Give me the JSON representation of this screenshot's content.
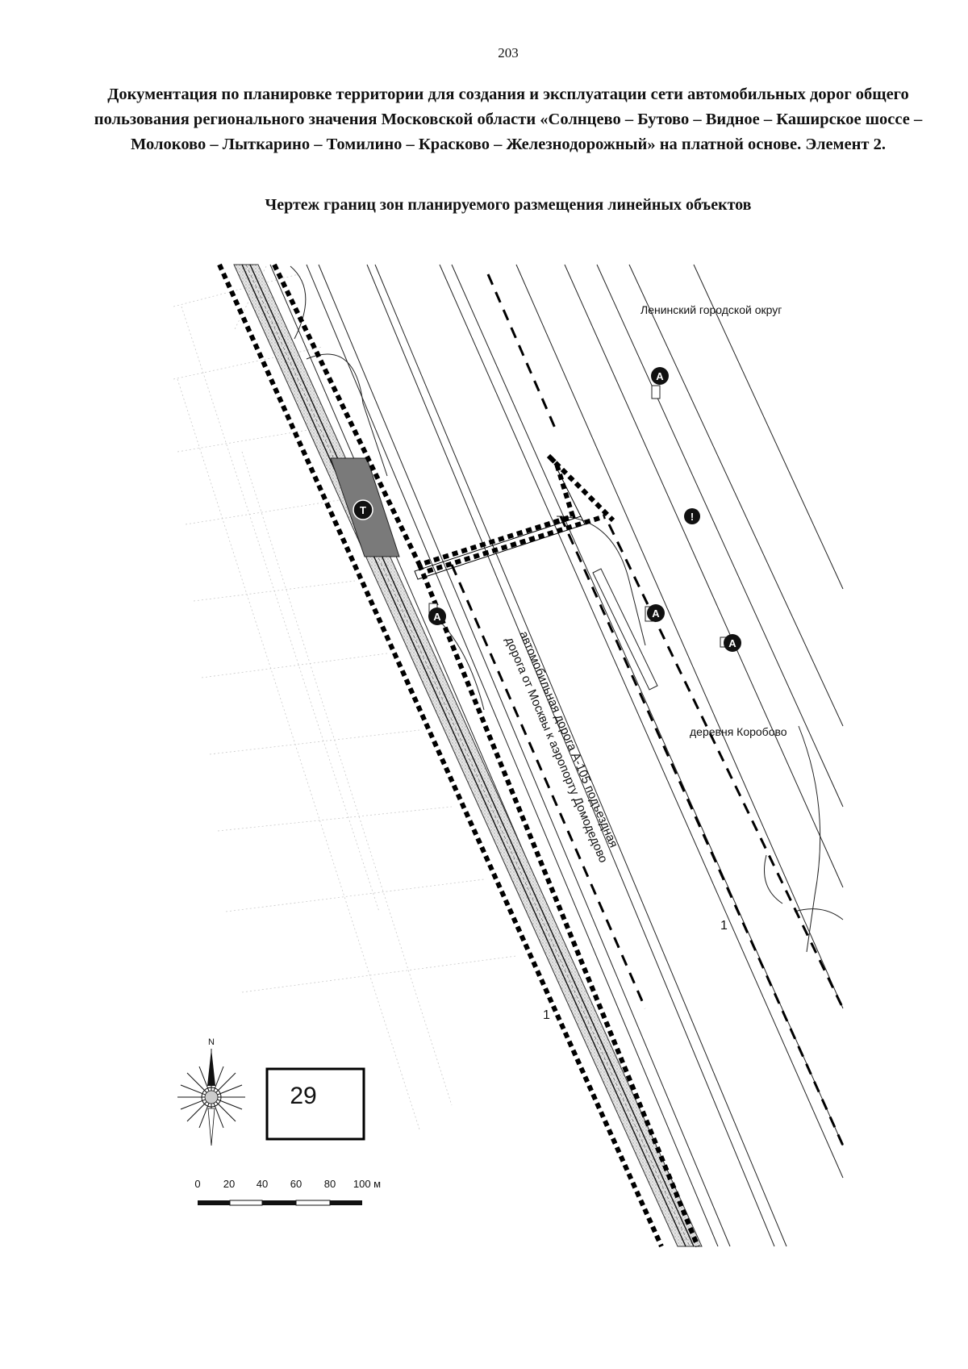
{
  "page_number": "203",
  "title": "Документация по планировке территории для создания и эксплуатации сети автомобильных дорог общего пользования регионального значения Московской области «Солнцево – Бутово – Видное – Каширское шоссе – Молоково – Лыткарино – Томилино – Красково – Железнодорожный» на платной основе. Элемент 2.",
  "subtitle": "Чертеж границ зон планируемого размещения линейных объектов",
  "map": {
    "labels": {
      "district": "Ленинский городской округ",
      "village": "деревня Коробово",
      "road_line1": "автомобильная дорога А-105 подъездная",
      "road_line2": "дорога от Москвы к аэропорту Домодедово",
      "zone_left": "1",
      "zone_right": "1"
    },
    "markers": [
      {
        "type": "bus-stop",
        "glyph": "А"
      },
      {
        "type": "bus-stop",
        "glyph": "А"
      },
      {
        "type": "bus-stop",
        "glyph": "А"
      },
      {
        "type": "bus-stop",
        "glyph": "А"
      },
      {
        "type": "railway-stop",
        "glyph": "Т"
      },
      {
        "type": "info",
        "glyph": "!"
      }
    ],
    "sheet_number": "29",
    "north_label": "N",
    "scale": {
      "ticks": [
        "0",
        "20",
        "40",
        "60",
        "80",
        "100 м"
      ]
    }
  }
}
